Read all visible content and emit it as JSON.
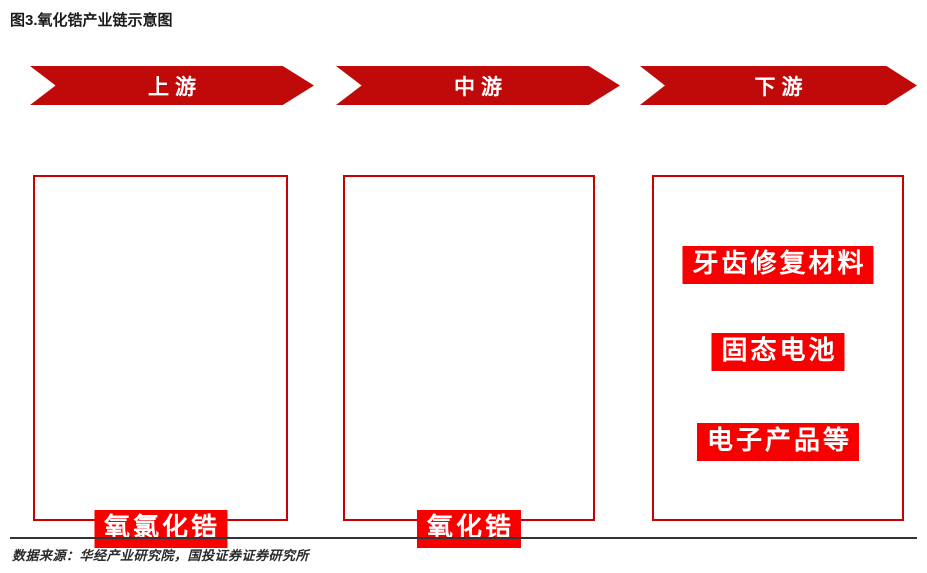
{
  "figure": {
    "title": "图3.氧化锆产业链示意图"
  },
  "colors": {
    "chevron_red": "#C00A0A",
    "box_border_red": "#CC0000",
    "tag_red": "#F80000",
    "tag_text": "#FFFFFF",
    "title_text": "#1A1A1A",
    "footer_rule": "#333333"
  },
  "stages": [
    {
      "banner_label": "上游",
      "items": [
        {
          "label": "氧氯化锆"
        }
      ]
    },
    {
      "banner_label": "中游",
      "items": [
        {
          "label": "氧化锆"
        }
      ]
    },
    {
      "banner_label": "下游",
      "items": [
        {
          "label": "牙齿修复材料"
        },
        {
          "label": "固态电池"
        },
        {
          "label": "电子产品等"
        }
      ]
    }
  ],
  "footer": {
    "source": "数据来源：华经产业研究院，国投证券证券研究所"
  }
}
